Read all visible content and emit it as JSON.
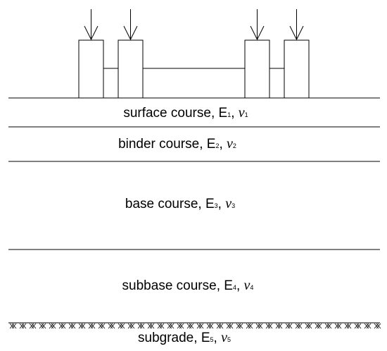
{
  "layers": [
    {
      "name": "surface course",
      "modulus": "E",
      "modulus_sub": "1",
      "poisson": "ν",
      "poisson_sub": "1"
    },
    {
      "name": "binder course",
      "modulus": "E",
      "modulus_sub": "2",
      "poisson": "ν",
      "poisson_sub": "2"
    },
    {
      "name": "base course",
      "modulus": "E",
      "modulus_sub": "3",
      "poisson": "ν",
      "poisson_sub": "3"
    },
    {
      "name": "subbase course",
      "modulus": "E",
      "modulus_sub": "4",
      "poisson": "ν",
      "poisson_sub": "4"
    },
    {
      "name": "subgrade",
      "modulus": "E",
      "modulus_sub": "5",
      "poisson": "ν",
      "poisson_sub": "5"
    }
  ],
  "separator": ", ",
  "wheel_loads": {
    "count": 4,
    "tire_pairs": 2
  },
  "colors": {
    "stroke": "#000000",
    "background": "#ffffff"
  }
}
